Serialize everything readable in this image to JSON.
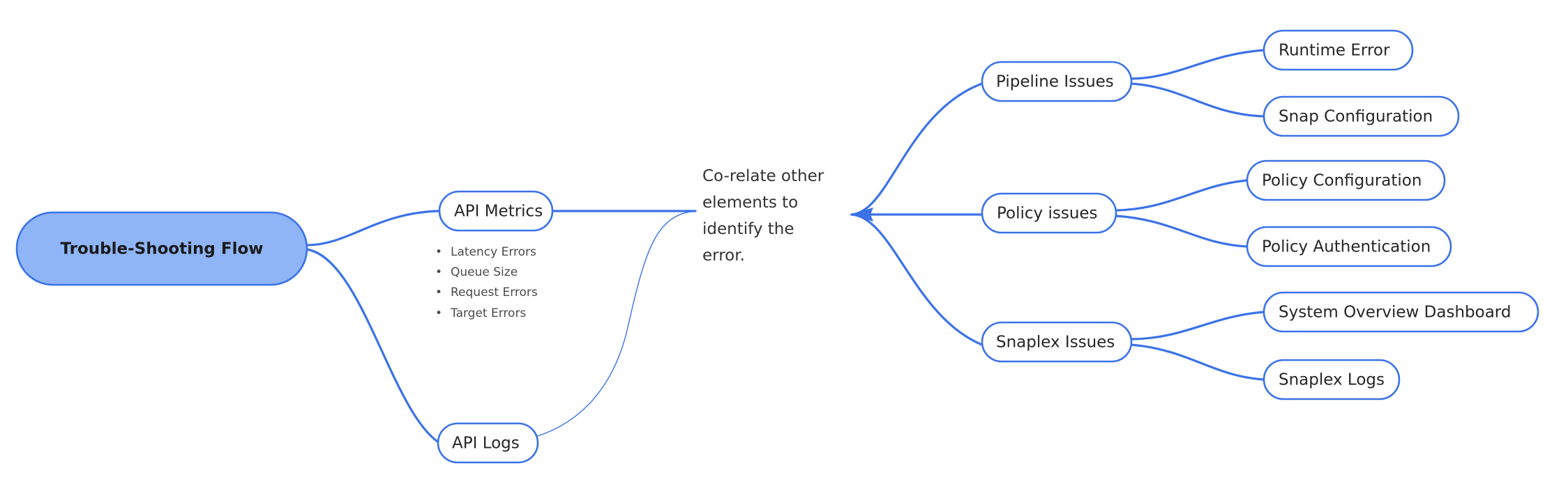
{
  "diagram": {
    "type": "mindmap",
    "background": "#ffffff",
    "accent_color": "#3b72e8",
    "root_fill": "#8fb5f7",
    "node_fill": "#ffffff",
    "text_color": "#262626"
  },
  "root": {
    "label": "Trouble-Shooting Flow"
  },
  "left_branch": {
    "metrics": {
      "label": "API Metrics",
      "bullet_marker": "•",
      "bullets": [
        "Latency Errors",
        "Queue Size",
        "Request Errors",
        "Target Errors"
      ]
    },
    "logs": {
      "label": "API Logs"
    }
  },
  "center_note": {
    "lines": [
      "Co-relate other",
      "elements to",
      "identify the",
      "error."
    ],
    "full_text": "Co-relate other elements to identify the error."
  },
  "right_branches": [
    {
      "label": "Pipeline Issues",
      "children": [
        {
          "label": "Runtime Error"
        },
        {
          "label": "Snap Configuration"
        }
      ]
    },
    {
      "label": "Policy issues",
      "children": [
        {
          "label": "Policy Configuration"
        },
        {
          "label": "Policy Authentication"
        }
      ]
    },
    {
      "label": "Snaplex Issues",
      "children": [
        {
          "label": "System Overview Dashboard"
        },
        {
          "label": "Snaplex Logs"
        }
      ]
    }
  ]
}
